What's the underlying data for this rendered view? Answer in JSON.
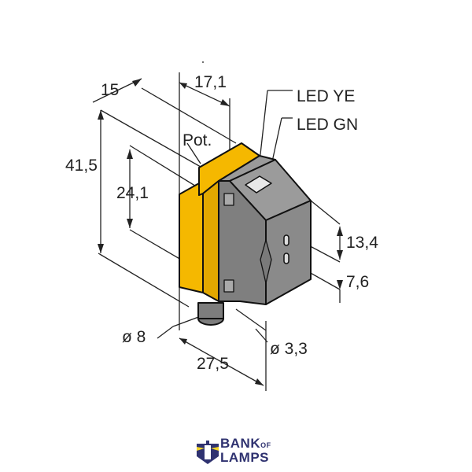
{
  "dimensions": {
    "d15": "15",
    "d17_1": "17,1",
    "led_ye": "LED YE",
    "led_gn": "LED GN",
    "pot": "Pot.",
    "d41_5": "41,5",
    "d24_1": "24,1",
    "d13_4": "13,4",
    "d7_6": "7,6",
    "dia8": "ø 8",
    "dia3_3": "ø 3,3",
    "d27_5": "27,5"
  },
  "colors": {
    "housing_yellow": "#f5b800",
    "housing_grey": "#8c8c8c",
    "logo_blue": "#2f3270",
    "logo_yellow": "#f2d42a"
  },
  "logo": {
    "line1": "BANK",
    "of": "OF",
    "line2": "LAMPS"
  }
}
